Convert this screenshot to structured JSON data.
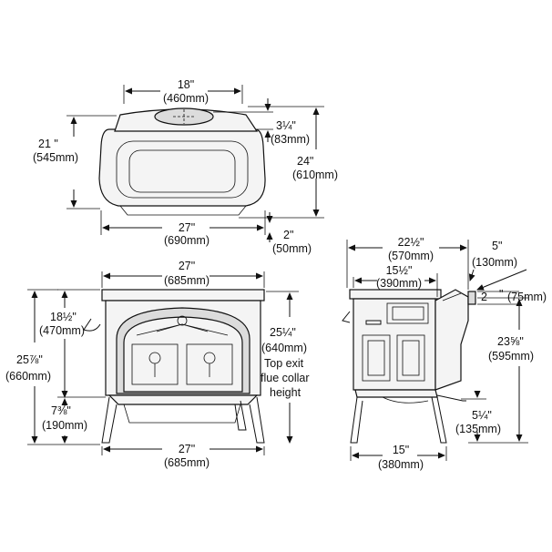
{
  "top_view": {
    "width_in": "18\"",
    "width_mm": "(460mm)",
    "depth_in": "21    \"",
    "depth_mm": "(545mm)",
    "collar_in": "3¼\"",
    "collar_mm": "(83mm)",
    "total_depth_in": "24\"",
    "total_depth_mm": "(610mm)",
    "overall_width_in": "27\"",
    "overall_width_mm": "(690mm)",
    "rear_offset_in": "2\"",
    "rear_offset_mm": "(50mm)"
  },
  "front_view": {
    "top_width_in": "27\"",
    "top_width_mm": "(685mm)",
    "collar_height_in": "18½\"",
    "collar_height_mm": "(470mm)",
    "overall_height_in": "25⅞\"",
    "overall_height_mm": "(660mm)",
    "top_exit_in": "25¼\"",
    "top_exit_mm": "(640mm)",
    "top_exit_label_1": "Top exit",
    "top_exit_label_2": "flue collar",
    "top_exit_label_3": "height",
    "leg_height_in": "7⅜\"",
    "leg_height_mm": "(190mm)",
    "base_width_in": "27\"",
    "base_width_mm": "(685mm)"
  },
  "side_view": {
    "depth_in": "22½\"",
    "depth_mm": "(570mm)",
    "inner_depth_in": "15½\"",
    "inner_depth_mm": "(390mm)",
    "rear_collar_in": "5\"",
    "rear_collar_mm": "(130mm)",
    "collar_dia_a": "2",
    "collar_dia_b": "\"",
    "collar_dia_mm": "(75mm)",
    "rear_exit_in": "23⅝\"",
    "rear_exit_mm": "(595mm)",
    "rear_leg_in": "5¼\"",
    "rear_leg_mm": "(135mm)",
    "base_depth_in": "15\"",
    "base_depth_mm": "(380mm)"
  }
}
